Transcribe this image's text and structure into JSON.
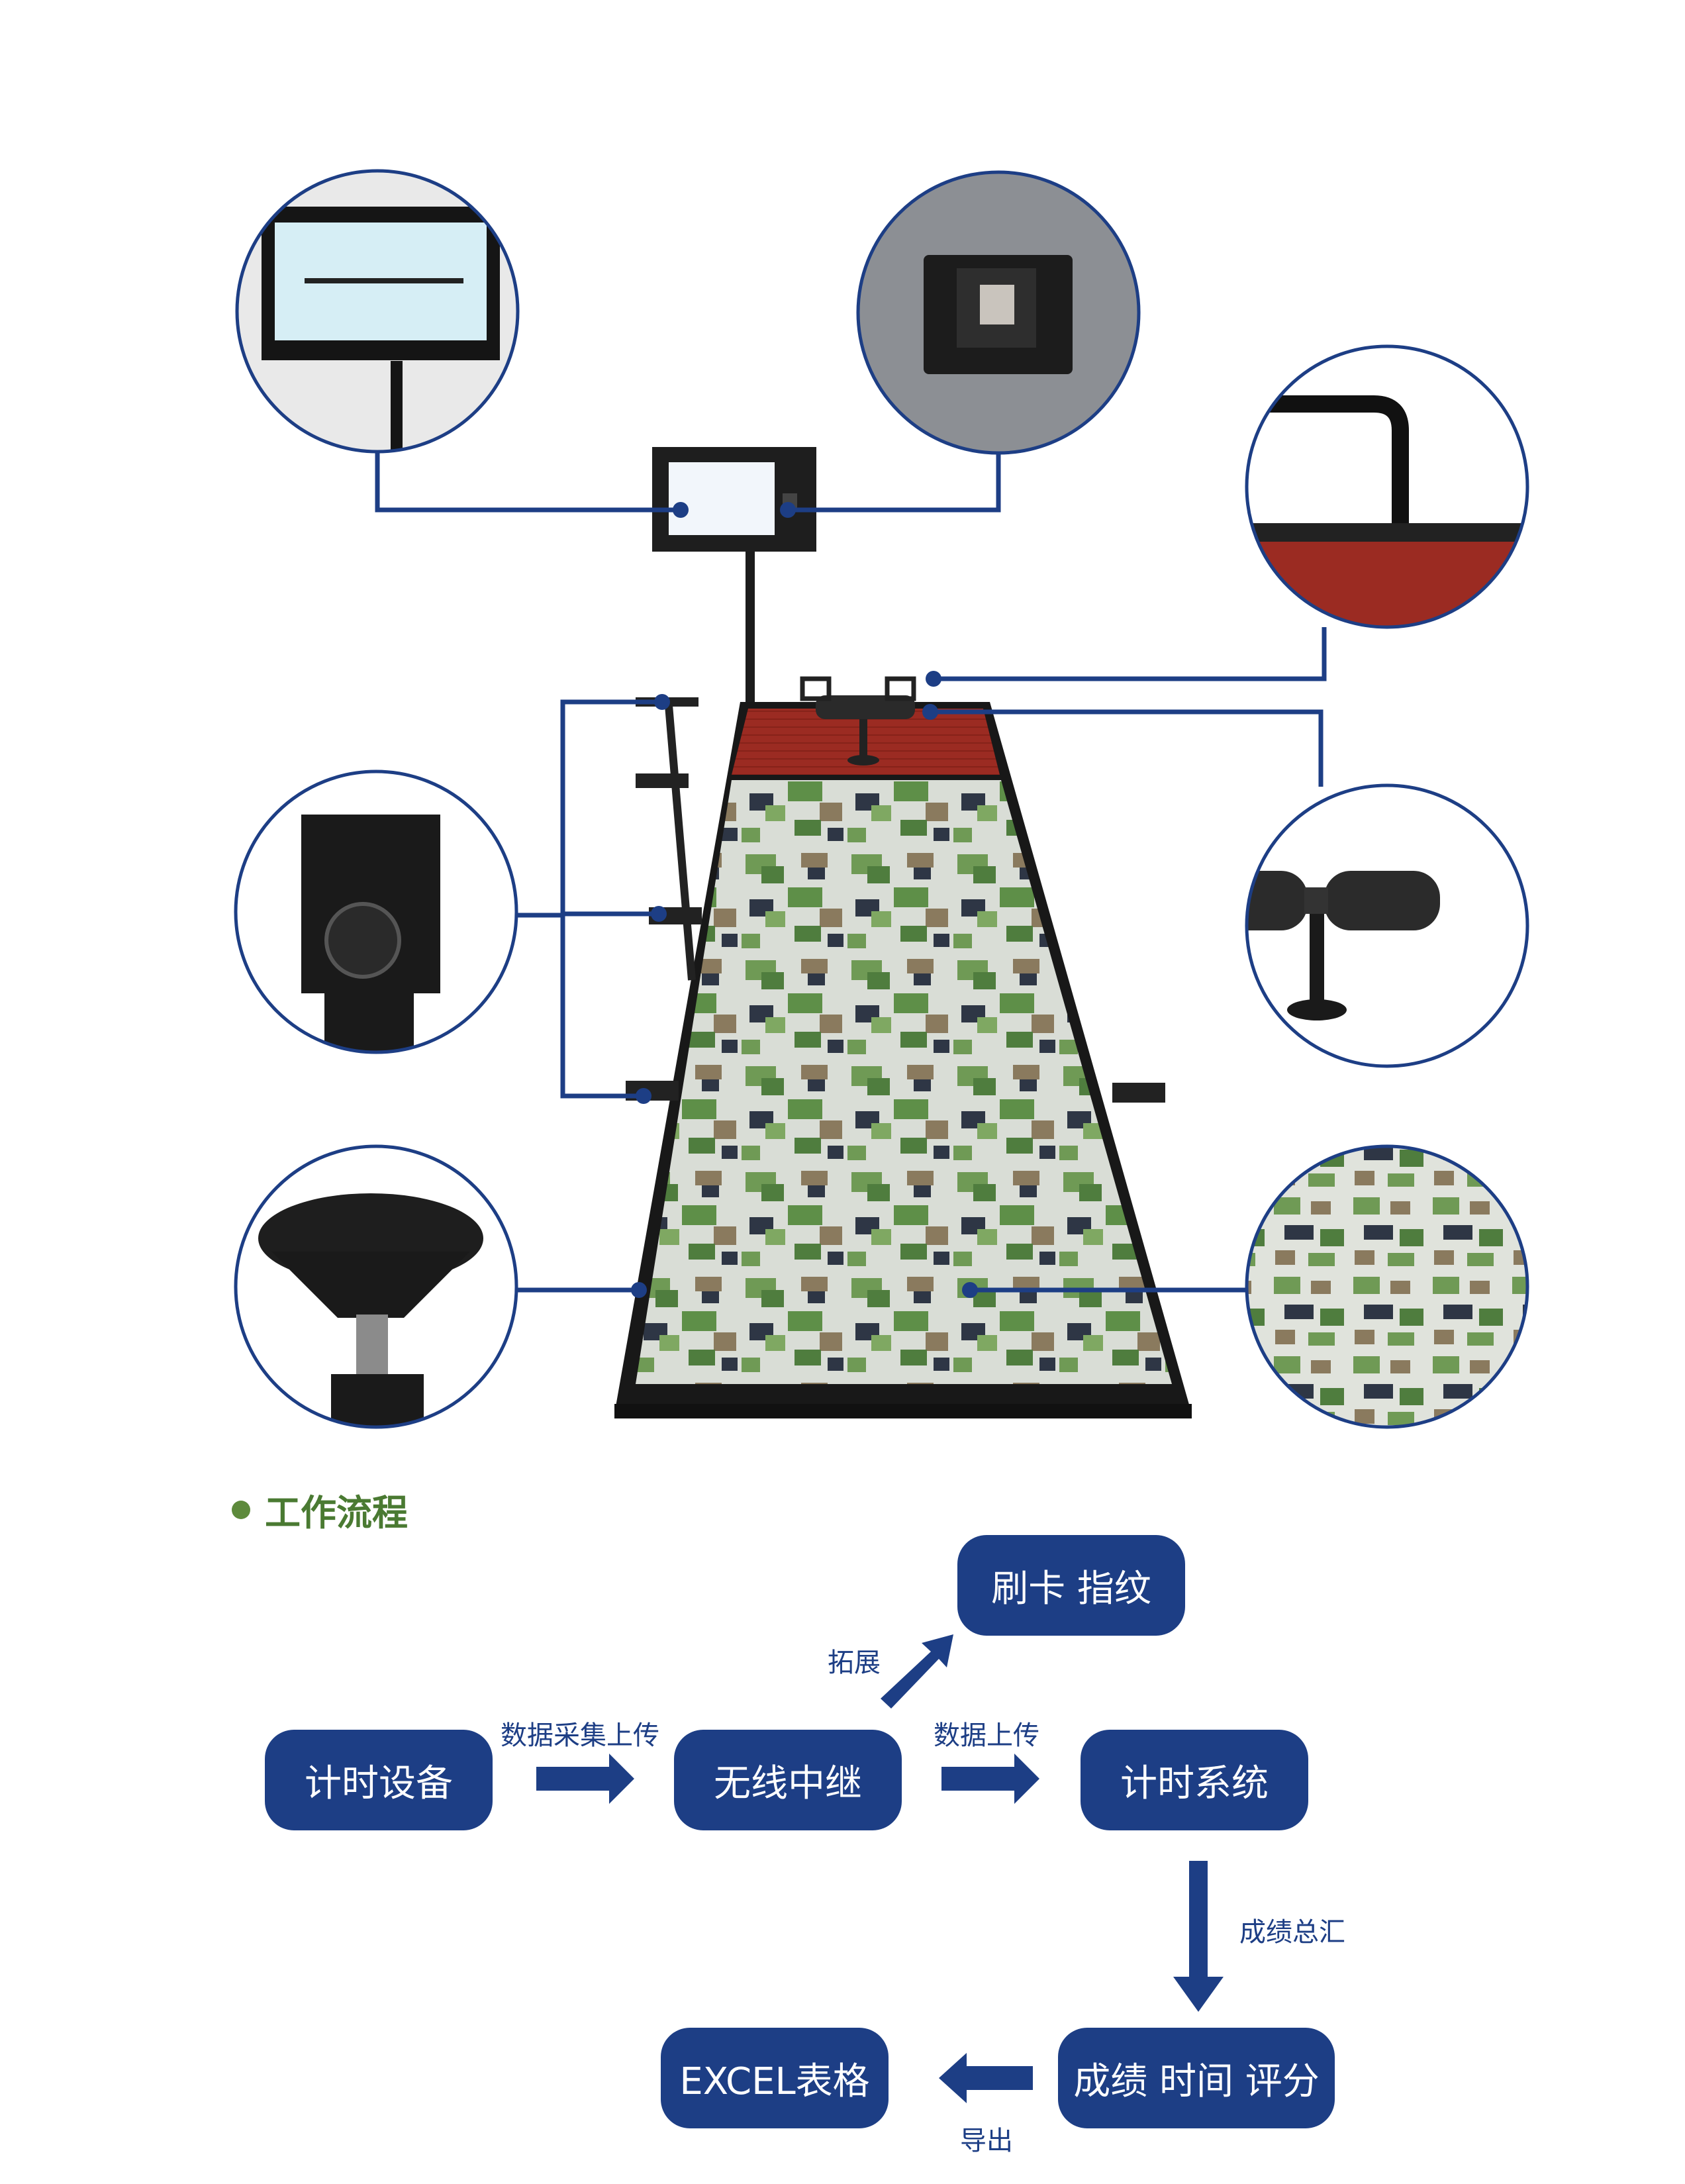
{
  "section": {
    "title": "工作流程"
  },
  "flow": {
    "boxes": {
      "timing_device": "计时设备",
      "wireless_relay": "无线中继",
      "timing_system": "计时系统",
      "card_fingerprint": "刷卡 指纹",
      "score_time_rating": "成绩 时间 评分",
      "excel_sheet": "EXCEL表格"
    },
    "labels": {
      "data_collect_upload": "数据采集上传",
      "data_upload": "数据上传",
      "expand": "拓展",
      "score_summary": "成绩总汇",
      "export": "导出"
    }
  },
  "colors": {
    "accent": "#1d3e85",
    "title_green": "#4a7a32",
    "board_wood": "#9b2b22"
  }
}
